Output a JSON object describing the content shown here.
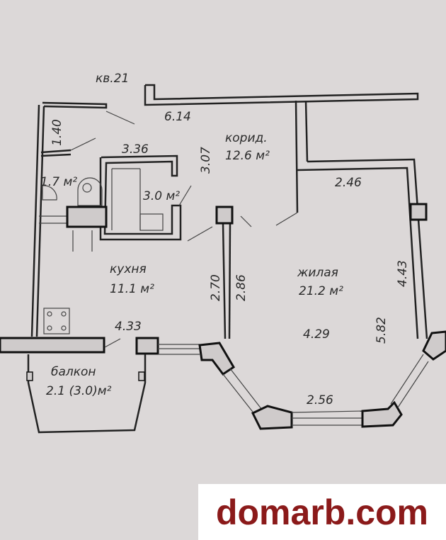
{
  "plan": {
    "apartment": "кв.21",
    "dimensions": {
      "d614": "6.14",
      "d140": "1.40",
      "d336": "3.36",
      "d307": "3.07",
      "d246": "2.46",
      "d270": "2.70",
      "d286": "2.86",
      "d443": "4.43",
      "d433": "4.33",
      "d429": "4.29",
      "d582": "5.82",
      "d256": "2.56"
    },
    "rooms": {
      "corridor_name": "корид.",
      "corridor_area": "12.6 м²",
      "wc_area": "1.7 м²",
      "bath_area": "3.0 м²",
      "kitchen_name": "кухня",
      "kitchen_area": "11.1 м²",
      "living_name": "жилая",
      "living_area": "21.2 м²",
      "balcony_name": "балкон",
      "balcony_area": "2.1 (3.0)м²"
    }
  },
  "watermark": "domarb.com",
  "colors": {
    "watermark": "#8b1a1a",
    "paper": "#dcd8d8"
  }
}
